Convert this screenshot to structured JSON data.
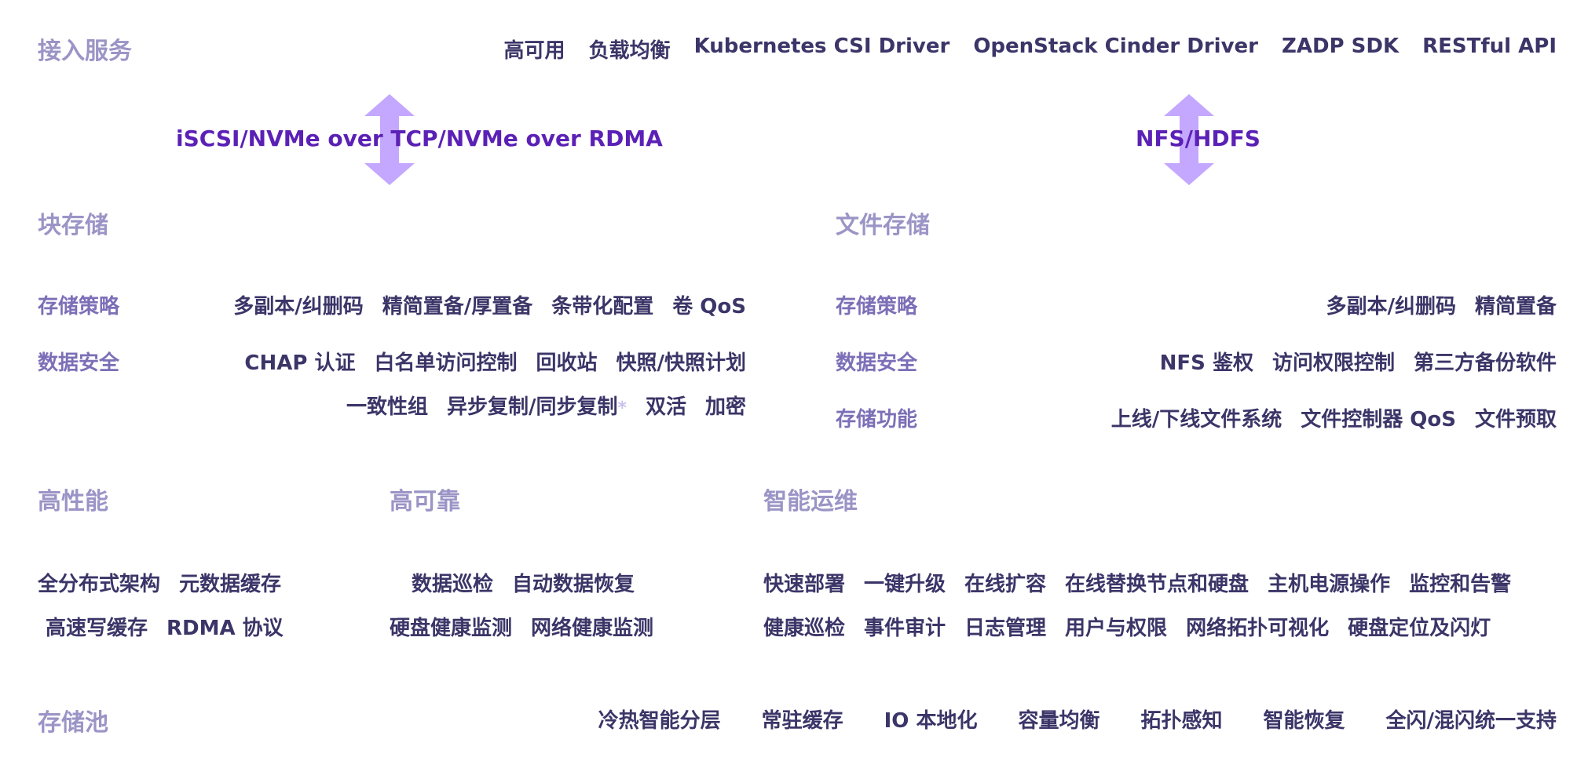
{
  "access": {
    "title": "接入服务",
    "items": [
      "高可用",
      "负载均衡",
      "Kubernetes CSI Driver",
      "OpenStack Cinder Driver",
      "ZADP SDK",
      "RESTful API"
    ]
  },
  "protocols": {
    "block": "iSCSI/NVMe over TCP/NVMe over RDMA",
    "file": "NFS/HDFS",
    "arrow_color": "#c4a7ff"
  },
  "block": {
    "title": "块存储",
    "policy_label": "存储策略",
    "policy_items": [
      "多副本/纠删码",
      "精简置备/厚置备",
      "条带化配置",
      "卷 QoS"
    ],
    "security_label": "数据安全",
    "security_items": [
      "CHAP 认证",
      "白名单访问控制",
      "回收站",
      "快照/快照计划"
    ],
    "security_items_2": [
      "一致性组",
      "异步复制/同步复制",
      "双活",
      "加密"
    ],
    "star": "*"
  },
  "file": {
    "title": "文件存储",
    "policy_label": "存储策略",
    "policy_items": [
      "多副本/纠删码",
      "精简置备"
    ],
    "security_label": "数据安全",
    "security_items": [
      "NFS 鉴权",
      "访问权限控制",
      "第三方备份软件"
    ],
    "function_label": "存储功能",
    "function_items": [
      "上线/下线文件系统",
      "文件控制器 QoS",
      "文件预取"
    ]
  },
  "performance": {
    "title": "高性能",
    "row1": [
      "全分布式架构",
      "元数据缓存"
    ],
    "row2": [
      "高速写缓存",
      "RDMA 协议"
    ]
  },
  "reliability": {
    "title": "高可靠",
    "row1": [
      "数据巡检",
      "自动数据恢复"
    ],
    "row2": [
      "硬盘健康监测",
      "网络健康监测"
    ]
  },
  "ops": {
    "title": "智能运维",
    "row1": [
      "快速部署",
      "一键升级",
      "在线扩容",
      "在线替换节点和硬盘",
      "主机电源操作",
      "监控和告警"
    ],
    "row2": [
      "健康巡检",
      "事件审计",
      "日志管理",
      "用户与权限",
      "网络拓扑可视化",
      "硬盘定位及闪灯"
    ]
  },
  "pool": {
    "title": "存储池",
    "items": [
      "冷热智能分层",
      "常驻缓存",
      "IO 本地化",
      "容量均衡",
      "拓扑感知",
      "智能恢复",
      "全闪/混闪统一支持"
    ]
  }
}
